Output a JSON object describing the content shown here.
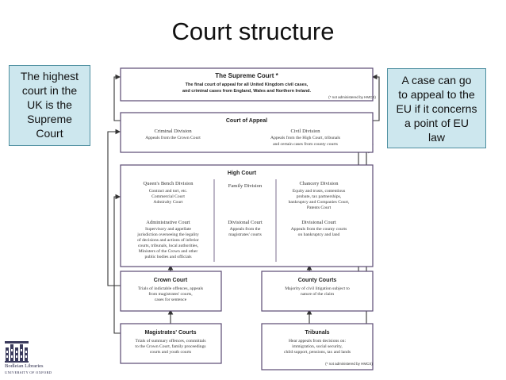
{
  "title": "Court structure",
  "callouts": {
    "left": "The highest\ncourt in the\nUK is the\nSupreme\nCourt",
    "right": "A case can go\nto appeal to the\nEU if it concerns\na point of EU\nlaw"
  },
  "supreme": {
    "title": "The Supreme Court *",
    "line1": "The final court of appeal for all United Kingdom civil cases,",
    "line2": "and criminal cases from England, Wales and Northern Ireland.",
    "note": "(* not administered by HMCS)"
  },
  "appeal": {
    "title": "Court of Appeal",
    "criminal_title": "Criminal Division",
    "criminal_desc": "Appeals from the Crown Court",
    "civil_title": "Civil Division",
    "civil_line1": "Appeals from the High Court, tribunals",
    "civil_line2": "and certain cases from county courts"
  },
  "high": {
    "title": "High Court",
    "qb_title": "Queen's Bench Division",
    "qb_line1": "Contract and tort, etc.",
    "qb_line2": "Commercial Court",
    "qb_line3": "Admiralty Court",
    "family_title": "Family Division",
    "chancery_title": "Chancery Division",
    "ch_line1": "Equity and trusts, contentious",
    "ch_line2": "probate, tax partnerships,",
    "ch_line3": "bankruptcy and Companies Court,",
    "ch_line4": "Patents Court",
    "admin_title": "Administrative Court",
    "admin_line1": "Supervisory and appellate",
    "admin_line2": "jurisdiction overseeing the legality",
    "admin_line3": "of decisions and actions of inferior",
    "admin_line4": "courts, tribunals, local authorities,",
    "admin_line5": "Ministers of the Crown and other",
    "admin_line6": "public bodies and officials",
    "div_mid_title": "Divisional Court",
    "div_mid_line1": "Appeals from the",
    "div_mid_line2": "magistrates' courts",
    "div_right_title": "Divisional Court",
    "div_right_line1": "Appeals from the county courts",
    "div_right_line2": "on bankruptcy and land"
  },
  "crown": {
    "title": "Crown Court",
    "line1": "Trials of indictable offences, appeals",
    "line2": "from magistrates' courts,",
    "line3": "cases for sentence"
  },
  "county": {
    "title": "County Courts",
    "line1": "Majority of civil litigation subject to",
    "line2": "nature of the claim"
  },
  "magistrates": {
    "title": "Magistrates' Courts",
    "line1": "Trials of summary offences, committals",
    "line2": "to the Crown Court, family proceedings",
    "line3": "courts and youth courts"
  },
  "tribunals": {
    "title": "Tribunals",
    "line1": "Hear appeals from decisions on:",
    "line2": "immigration, social security,",
    "line3": "child support, pensions, tax and lands",
    "note": "(* not administered by HMCS)"
  },
  "logo": {
    "line1": "Bodleian Libraries",
    "line2": "UNIVERSITY OF OXFORD"
  },
  "colors": {
    "callout_fill": "#cde7ee",
    "callout_border": "#4e8fa0",
    "box_stroke": "#5a4a73"
  }
}
